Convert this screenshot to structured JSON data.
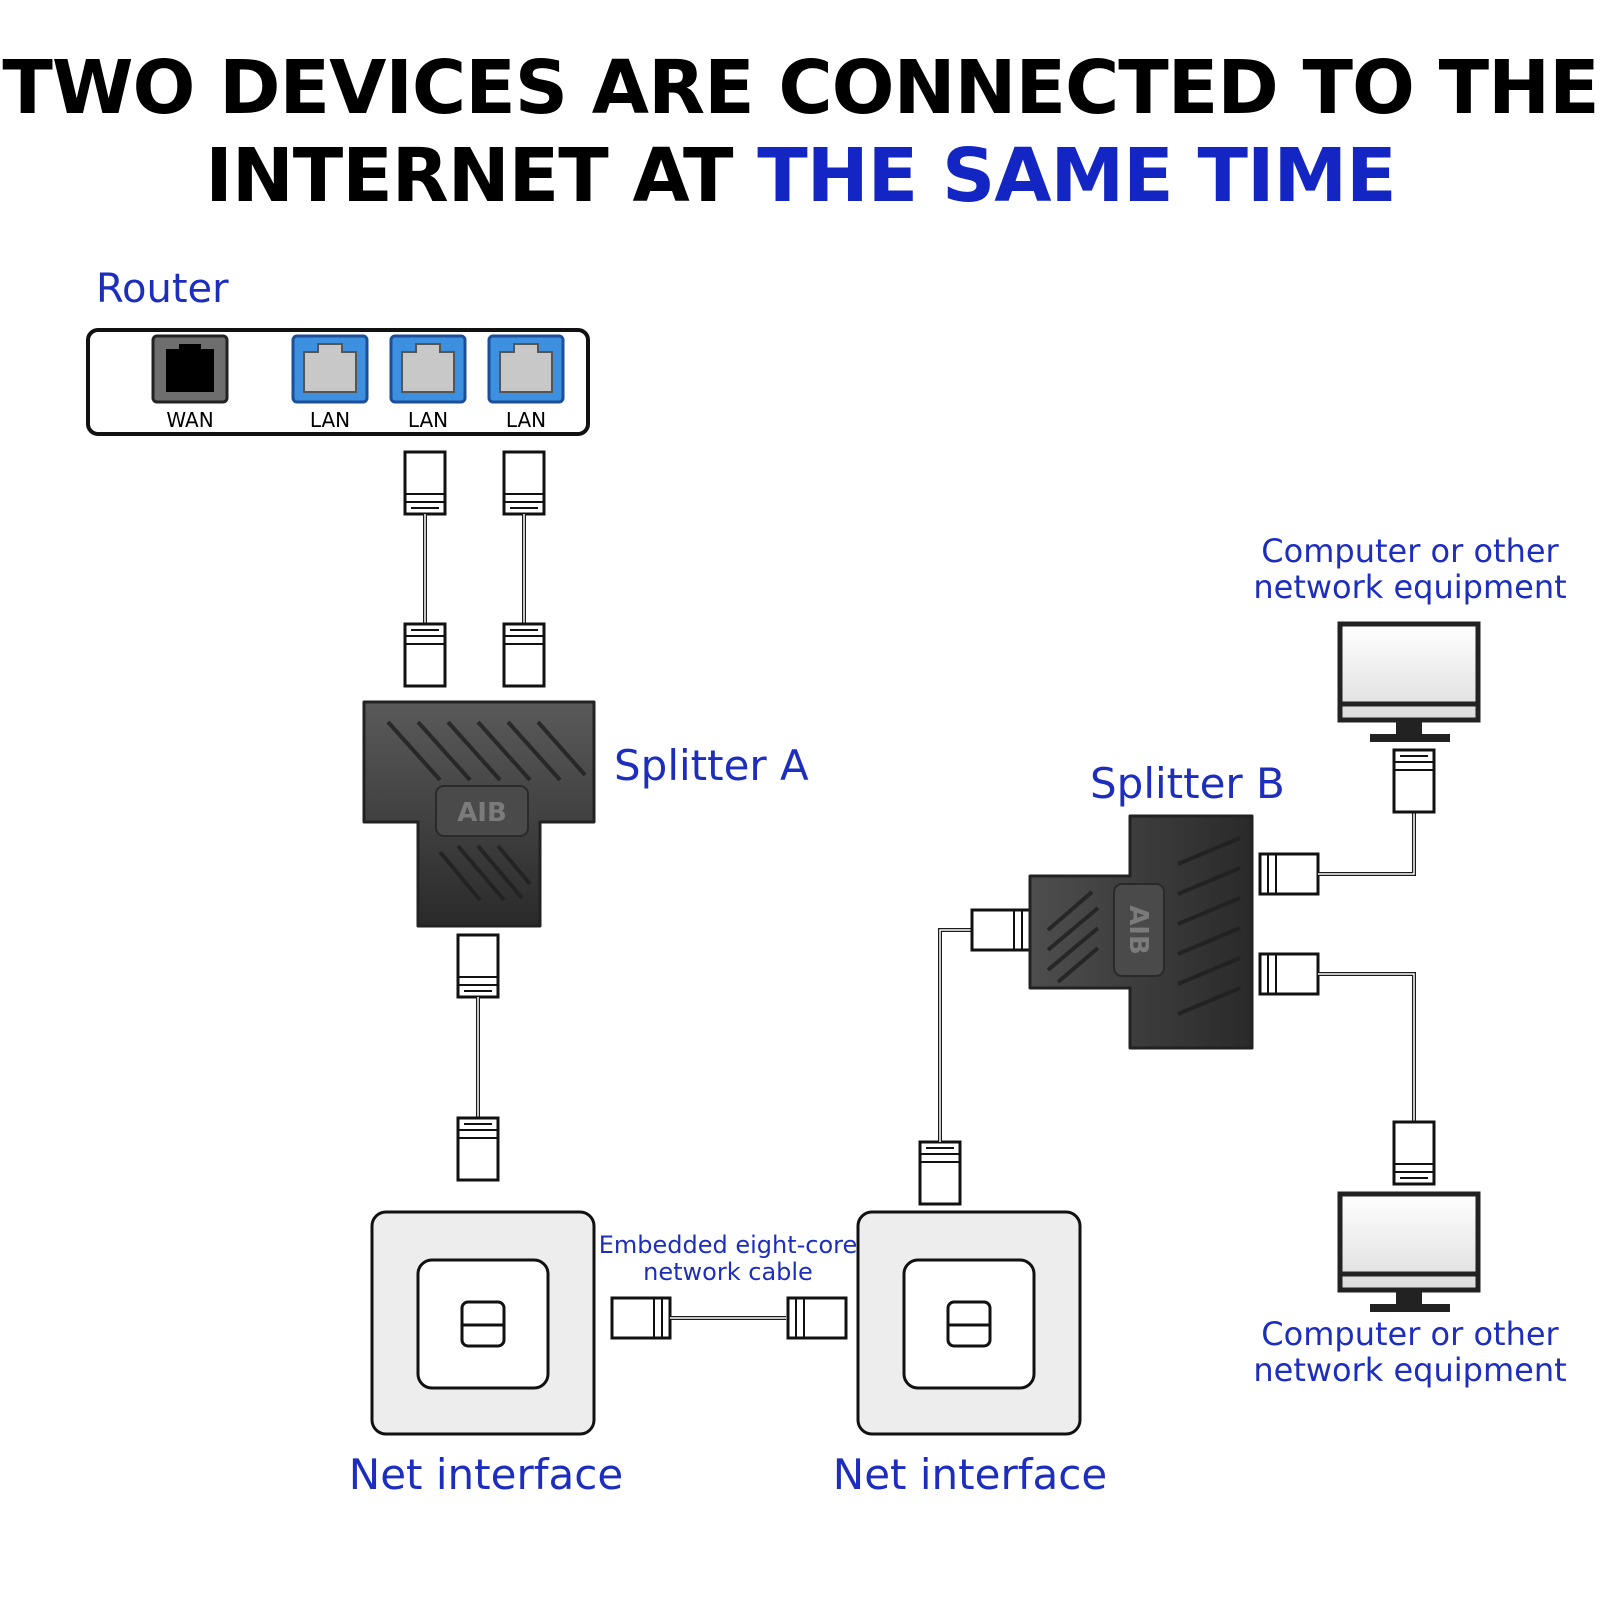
{
  "headline": {
    "line1": "TWO DEVICES ARE CONNECTED TO THE",
    "line2_prefix": "INTERNET AT ",
    "line2_highlight": "THE SAME TIME",
    "highlight_color": "#1326c4"
  },
  "router": {
    "title": "Router",
    "ports": [
      {
        "label": "WAN",
        "color": "#6e6e6e"
      },
      {
        "label": "LAN",
        "color": "#3d8fe0"
      },
      {
        "label": "LAN",
        "color": "#3d8fe0"
      },
      {
        "label": "LAN",
        "color": "#3d8fe0"
      }
    ]
  },
  "splitter_a": {
    "label": "Splitter A",
    "badge": "AIB"
  },
  "splitter_b": {
    "label": "Splitter B",
    "badge": "AIB"
  },
  "devices": {
    "top": {
      "line1": "Computer or other",
      "line2": "network equipment"
    },
    "bottom": {
      "line1": "Computer or other",
      "line2": "network equipment"
    }
  },
  "embedded_cable": {
    "line1": "Embedded eight-core",
    "line2": "network cable"
  },
  "net_interfaces": [
    {
      "label": "Net interface"
    },
    {
      "label": "Net interface"
    }
  ],
  "colors": {
    "label_blue": "#1d2ebf",
    "splitter_body": "#3a3a3a"
  }
}
